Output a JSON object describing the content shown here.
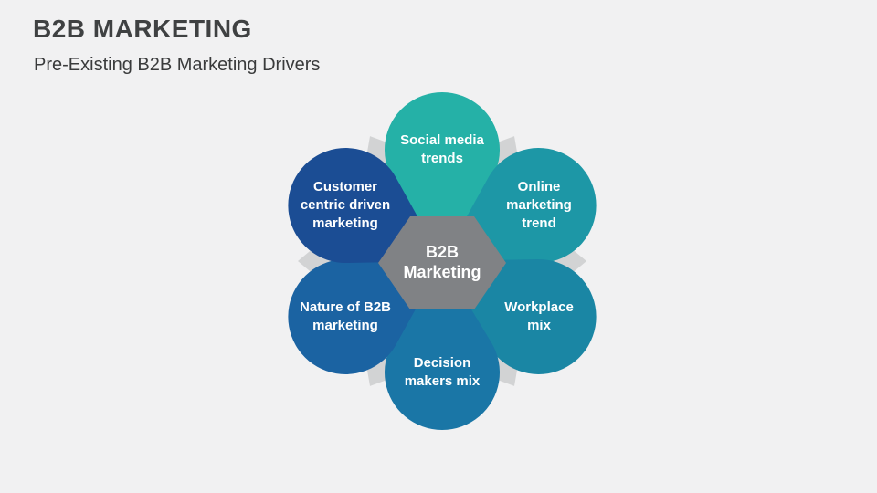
{
  "slide": {
    "title": "B2B MARKETING",
    "subtitle": "Pre-Existing B2B Marketing Drivers"
  },
  "diagram": {
    "connector_color": "#d2d3d4",
    "center": {
      "label": "B2B Marketing",
      "color": "#808285",
      "text_color": "#ffffff"
    },
    "petals": [
      {
        "id": "social-media-trends",
        "label": "Social media trends",
        "color": "#25b1a7"
      },
      {
        "id": "online-marketing-trend",
        "label": "Online marketing trend",
        "color": "#1d97a6"
      },
      {
        "id": "workplace-mix",
        "label": "Workplace mix",
        "color": "#1a86a4"
      },
      {
        "id": "decision-makers-mix",
        "label": "Decision makers mix",
        "color": "#1a76a6"
      },
      {
        "id": "nature-of-b2b-marketing",
        "label": "Nature of B2B marketing",
        "color": "#1b63a2"
      },
      {
        "id": "customer-centric-driven-marketing",
        "label": "Customer centric driven marketing",
        "color": "#1b4d94"
      }
    ]
  }
}
